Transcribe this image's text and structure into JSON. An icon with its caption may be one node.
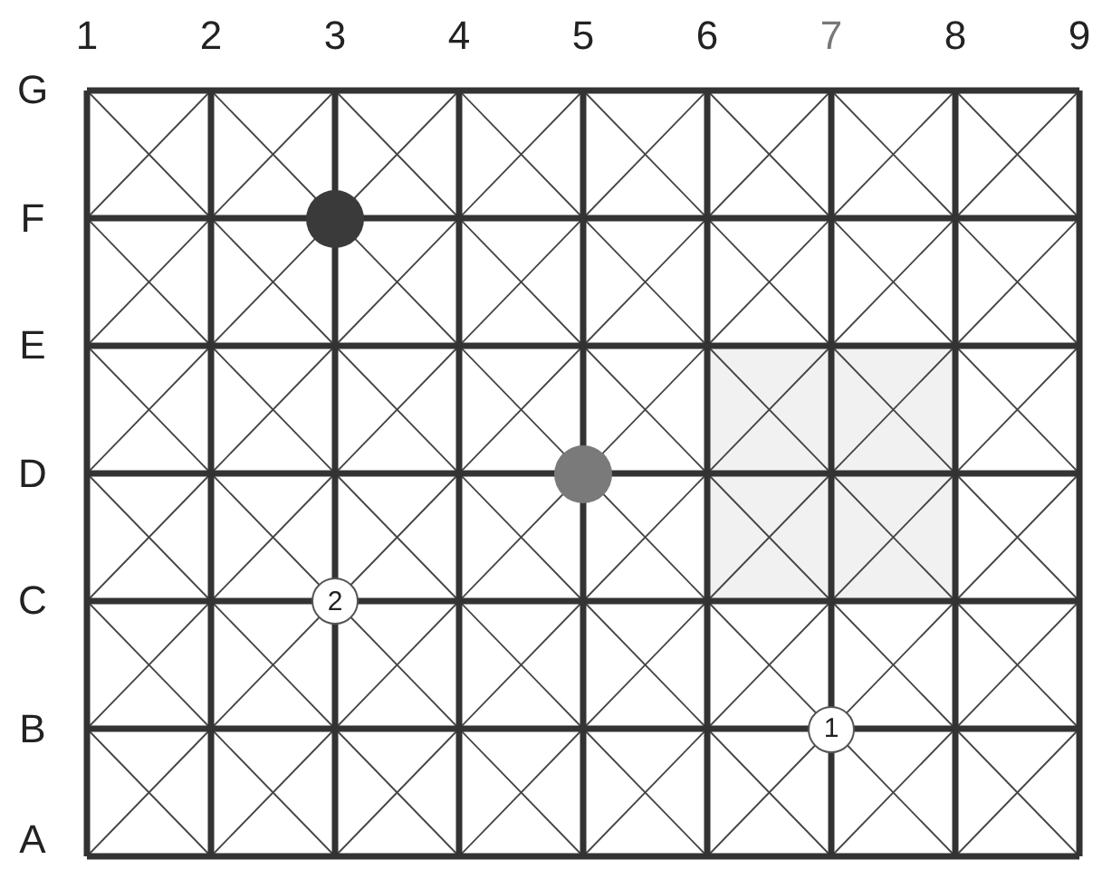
{
  "diagram": {
    "nodes": [
      {
        "text": [],
        "shape": "circle"
      },
      {
        "text": [],
        "shape": "circle"
      },
      {
        "text": [
          "2"
        ]
      },
      {
        "text": [
          "1"
        ]
      }
    ],
    "labels": [
      "1",
      "2",
      "3",
      "4",
      "5",
      "6",
      "7",
      "8",
      "9",
      "G",
      "F",
      "E",
      "D",
      "C",
      "B",
      "A"
    ]
  }
}
